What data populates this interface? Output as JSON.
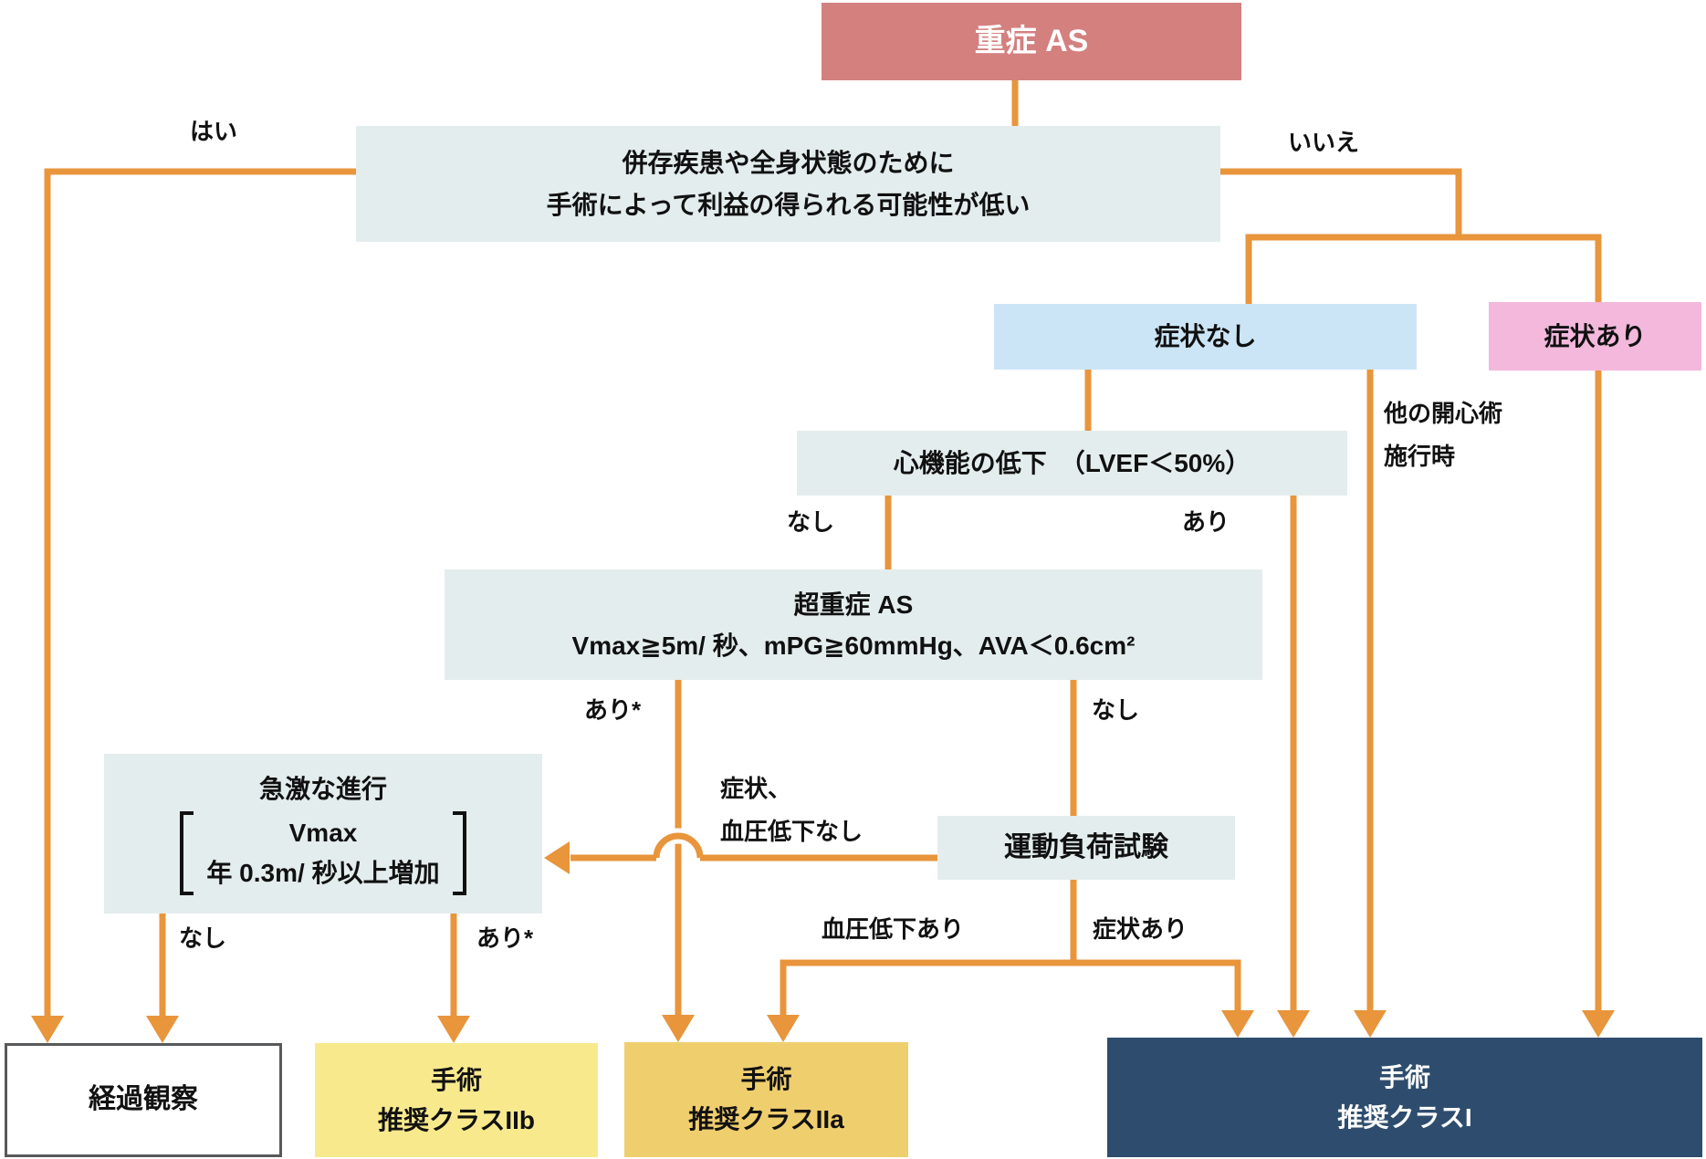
{
  "colors": {
    "arrow": "#E8953C",
    "rose": "#D3807F",
    "panel": "#E4EDED",
    "lightblue": "#CBE5F6",
    "pink": "#F3B8DC",
    "yellow": "#F8E98D",
    "gold": "#EFCE6E",
    "navy": "#2E4D6E",
    "box_border": "#58595B",
    "ink": "#111111",
    "bg": "#FFFFFF"
  },
  "nodes": {
    "severe_as": {
      "label": "重症 AS"
    },
    "comorbidity": {
      "line1": "併存疾患や全身状態のために",
      "line2": "手術によって利益の得られる可能性が低い"
    },
    "asymptomatic": {
      "label": "症状なし"
    },
    "symptomatic": {
      "label": "症状あり"
    },
    "lv_dysfunction": {
      "label": "心機能の低下　（LVEF＜50%）"
    },
    "very_severe_as": {
      "line1": "超重症 AS",
      "line2": "Vmax≧5m/ 秒、mPG≧60mmHg、AVA＜0.6cm²"
    },
    "rapid_progression": {
      "title": "急激な進行",
      "bracket_line1": "Vmax",
      "bracket_line2": "年 0.3m/ 秒以上増加"
    },
    "exercise_test": {
      "label": "運動負荷試験"
    },
    "observation": {
      "label": "経過観察"
    },
    "class_iib": {
      "line1": "手術",
      "line2": "推奨クラスIIb"
    },
    "class_iia": {
      "line1": "手術",
      "line2": "推奨クラスIIa"
    },
    "class_i": {
      "line1": "手術",
      "line2": "推奨クラスI"
    }
  },
  "edge_labels": {
    "yes": "はい",
    "no": "いいえ",
    "other_surgery_line1": "他の開心術",
    "other_surgery_line2": "施行時",
    "lv_no": "なし",
    "lv_yes": "あり",
    "vsas_yes": "あり*",
    "vsas_no": "なし",
    "exercise_negative_line1": "症状、",
    "exercise_negative_line2": "血圧低下なし",
    "rapid_no": "なし",
    "rapid_yes": "あり*",
    "bp_drop": "血圧低下あり",
    "symptoms_on_test": "症状あり"
  }
}
